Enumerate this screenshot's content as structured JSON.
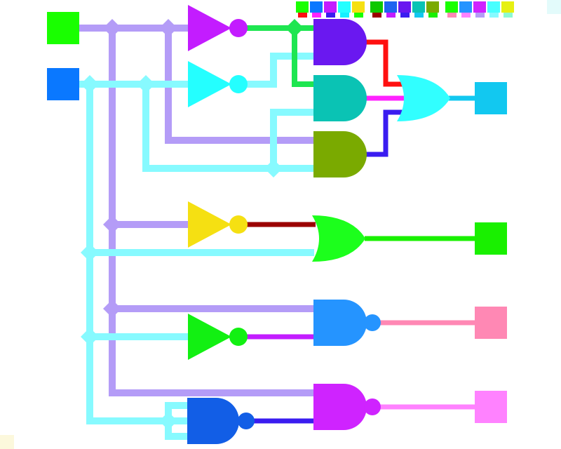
{
  "palette": {
    "wire_a": "#b49cf7",
    "wire_b": "#87faff",
    "wire_a_dark": "#9b8be8",
    "input_a": "#19ff00",
    "input_b": "#0a78ff"
  },
  "inputs": [
    {
      "id": "input-a",
      "color": "#19ff00"
    },
    {
      "id": "input-b",
      "color": "#0a78ff"
    }
  ],
  "outputs": [
    {
      "id": "output-1",
      "color": "#12c8f0"
    },
    {
      "id": "output-2",
      "color": "#19f000"
    },
    {
      "id": "output-3",
      "color": "#ff88b4"
    },
    {
      "id": "output-4",
      "color": "#ff82ff"
    }
  ],
  "gates": [
    {
      "id": "not-1",
      "type": "not",
      "color": "#c31cff"
    },
    {
      "id": "not-2",
      "type": "not",
      "color": "#24ffff"
    },
    {
      "id": "and-1",
      "type": "and",
      "color": "#6a18f0"
    },
    {
      "id": "and-2",
      "type": "and",
      "color": "#0ac3b4"
    },
    {
      "id": "and-3",
      "type": "and",
      "color": "#7aaa00"
    },
    {
      "id": "or-1",
      "type": "or",
      "color": "#31ffff"
    },
    {
      "id": "not-3",
      "type": "not",
      "color": "#f5e012"
    },
    {
      "id": "or-2",
      "type": "or",
      "color": "#1cff1c"
    },
    {
      "id": "nand-1",
      "type": "nand",
      "color": "#2594ff"
    },
    {
      "id": "not-4",
      "type": "not",
      "color": "#12f012"
    },
    {
      "id": "nand-2",
      "type": "nand",
      "color": "#125ee6"
    },
    {
      "id": "nand-3",
      "type": "nand",
      "color": "#cf23ff"
    }
  ],
  "legend": {
    "top": [
      "#19ff00",
      "#0a78ff",
      "#c31cff",
      "#24ffff",
      "#f5e012",
      "#0ec800",
      "#1e64f0",
      "#6a18f0",
      "#0ac3b4",
      "#7aaa00",
      "#19ff00",
      "#2594ff",
      "#cf23ff",
      "#48ffff",
      "#e6f012"
    ],
    "bottom": [
      "#ff1010",
      "#ff22ff",
      "#3a1cf0",
      "#16f0ff",
      "#19ff00",
      "#9b0000",
      "#c31cff",
      "#3a1cf0",
      "#12c8f0",
      "#19f000",
      "#ff88b4",
      "#ff82ff",
      "#b49cf7",
      "#87faff",
      "#8cfad2"
    ]
  },
  "corners": {
    "top_right": "#e3fbfb",
    "bottom_left": "#fcf8dc"
  }
}
